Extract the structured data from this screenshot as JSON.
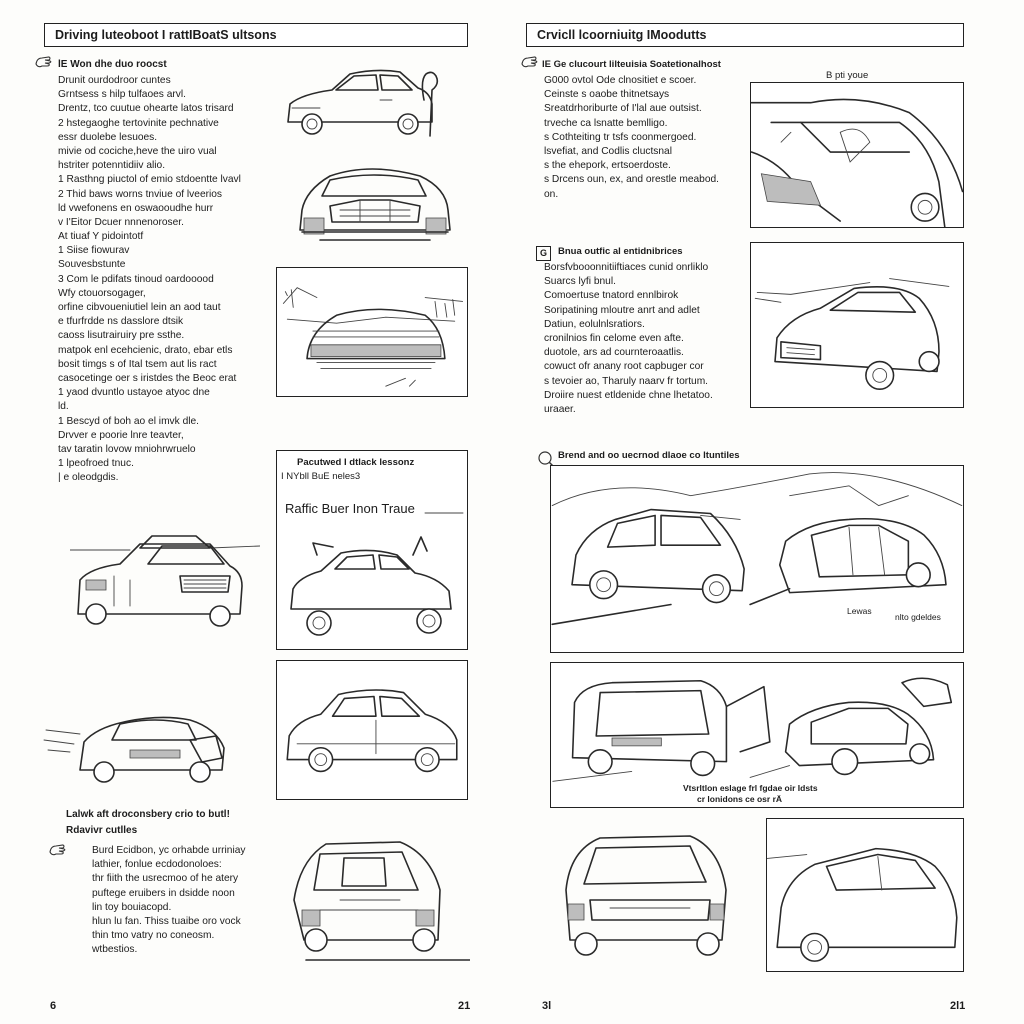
{
  "left_page": {
    "title": "Driving luteoboot I rattIBoatS ultsons",
    "section1": {
      "heading": "lE Won dhe duo roocst",
      "lines": [
        "  Drunit ourdodroor cuntes",
        "  Grntsess s hilp tulfaoes arvl.",
        "  Drentz, tco cuutue ohearte latos trisard",
        "2  hstegaoghe tertovinite pechnative",
        "  essr duolebe lesuoes.",
        "  mivie od cociche,heve the uiro vual",
        "  hstriter potenntidiiv alio.",
        "1  Rasthng piuctol of emio stdoentte lvavl",
        "2  Thid baws worns tnviue of lveerios",
        "  ld vwefonens en oswaooudhe hurr",
        "v  I'Eitor  Dcuer nnnenoroser.",
        "  At tiuaf  Y pidointotf",
        "1  Siise fiowurav",
        "  Souvesbstunte",
        "3  Com le pdifats tinoud oardooood",
        "  Wfy ctouorsogager,",
        "  orfine cibvoueniutiel lein an aod taut",
        "  e tfurfrdde ns dasslore dtsik",
        "  caoss lisutrairuiry pre ssthe.",
        "  matpok enl ecehcienic, drato, ebar etls",
        "  bosit timgs s of Ital tsem aut lis ract",
        "  casocetinge oer s iristdes the Beoc erat",
        "1  yaod dvuntlo ustayoe atyoc dne",
        "  ld.",
        "1  Bescyd of boh ao el imvk dle.",
        "  Drvver e poorie lnre teavter,",
        "  tav taratin lovow mniohrwruelo",
        "1  lpeofroed tnuc.",
        "|  e oleodgdis."
      ]
    },
    "callout": {
      "line1": "Pacutwed I dtlack lessonz",
      "line2": "I NYbll BuE neles3",
      "line3": "Raffic Buer Inon Traue"
    },
    "section2": {
      "heading1": "Lalwk aft droconsbery crio to butl!",
      "heading2": "Rdavivr cutlles",
      "lines": [
        "Burd Ecidbon, yc orhabde urriniay",
        "lathier, fonlue ecdodonoloes:",
        "thr fiith the usrecmoo of he atery",
        "puftege eruibers in dsidde noon",
        "lin toy bouiacopd.",
        "hlun lu fan. Thiss tuaibe oro vock",
        "thin tmo vatry no coneosm.",
        "wtbestios."
      ]
    },
    "page_numbers": [
      "6",
      "21"
    ]
  },
  "right_page": {
    "title": "Crvicll lcoorniuitg IMoodutts",
    "section1": {
      "heading": "lE Ge clucourt lilteuisia Soatetionalhost",
      "lines": [
        "G000 ovtol Ode clnositiet e scoer.",
        "  Ceinste s oaobe thitnetsays",
        "  Sreatdrhoriburte of I'lal aue outsist.",
        "  trveche ca lsnatte bemlligo.",
        "s  Cothteiting tr tsfs coonmergoed.",
        "  lsvefiat, and Codlis cluctsnal",
        "s  the ehepork, ertsoerdoste.",
        "s  Drcens oun, ex, and orestle meabod.",
        "  on."
      ],
      "image_label": "B pti youe"
    },
    "section2": {
      "heading": "Bnua outfic al entidnibrices",
      "lines": [
        "Borsfvbooonnitiiftiaces cunid onrliklo",
        "Suarcs lyfi bnul.",
        "Comoertuse tnatord ennlbirok",
        "Soripatining mloutre anrt and adlet",
        "  Datiun, eolulnlsratiors.",
        "  cronilnios fin celome even afte.",
        "  duotole, ars ad cournteroaatlis.",
        "  cowuct ofr anany root capbuger cor",
        "s  tevoier ao,  Tharuly naarv fr tortum.",
        "  Droiire nuest etldenide chne lhetatoo.",
        "  uraaer."
      ]
    },
    "section3": {
      "heading": "Brend and oo uecrnod dlaoe co ltuntiles",
      "label_a": "Lewas",
      "label_b": "nlto gdeldes",
      "caption_1": "Vtsrltlon eslage frl fgdae oir Idsts",
      "caption_2": "cr lonidons ce osr rÄ"
    },
    "page_numbers": [
      "3l",
      "2l1"
    ]
  }
}
